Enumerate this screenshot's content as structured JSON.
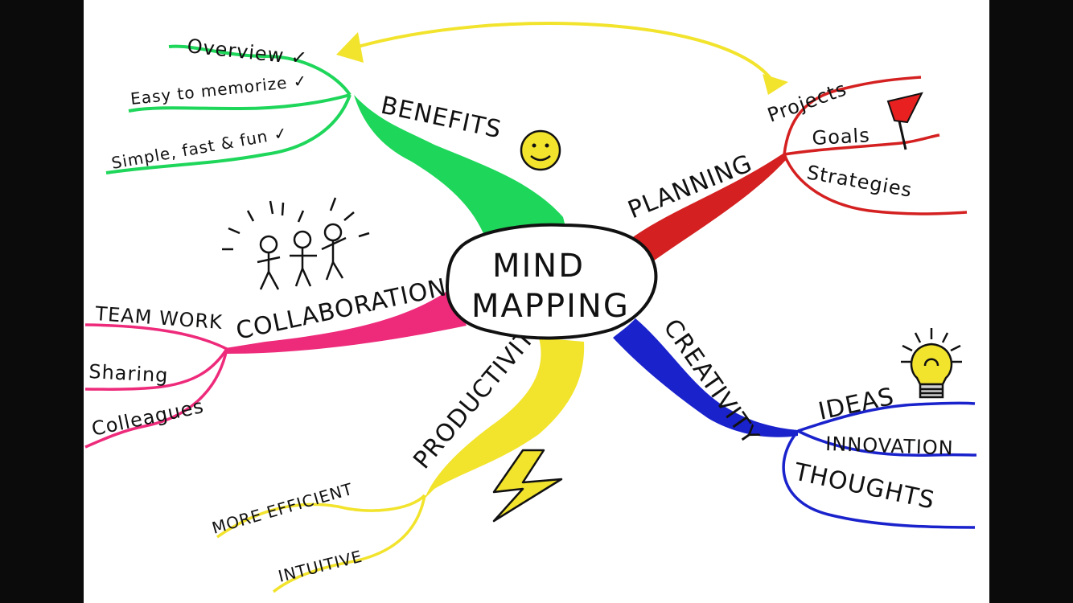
{
  "center": {
    "line1": "MIND",
    "line2": "MAPPING"
  },
  "colors": {
    "benefits": "#1ed65a",
    "planning": "#d42020",
    "collaboration": "#ee2a7b",
    "productivity": "#f2e32c",
    "creativity": "#1a22cc",
    "background": "#ffffff",
    "frame": "#0b0b0b"
  },
  "branches": {
    "benefits": {
      "label": "BENEFITS",
      "icon": "smiley-icon",
      "leaves": [
        "Overview ✓",
        "Easy to memorize ✓",
        "Simple, fast & fun ✓"
      ]
    },
    "planning": {
      "label": "PLANNING",
      "icon": "flag-icon",
      "leaves": [
        "Projects",
        "Goals",
        "Strategies"
      ]
    },
    "collaboration": {
      "label": "COLLABORATION",
      "icon": "stick-figures-icon",
      "leaves": [
        "TEAM WORK",
        "Sharing",
        "Colleagues"
      ]
    },
    "productivity": {
      "label": "PRODUCTIVITY",
      "icon": "lightning-icon",
      "leaves": [
        "MORE EFFICIENT",
        "INTUITIVE"
      ]
    },
    "creativity": {
      "label": "CREATIVITY",
      "icon": "lightbulb-icon",
      "leaves": [
        "IDEAS",
        "INNOVATION",
        "THOUGHTS"
      ]
    }
  }
}
